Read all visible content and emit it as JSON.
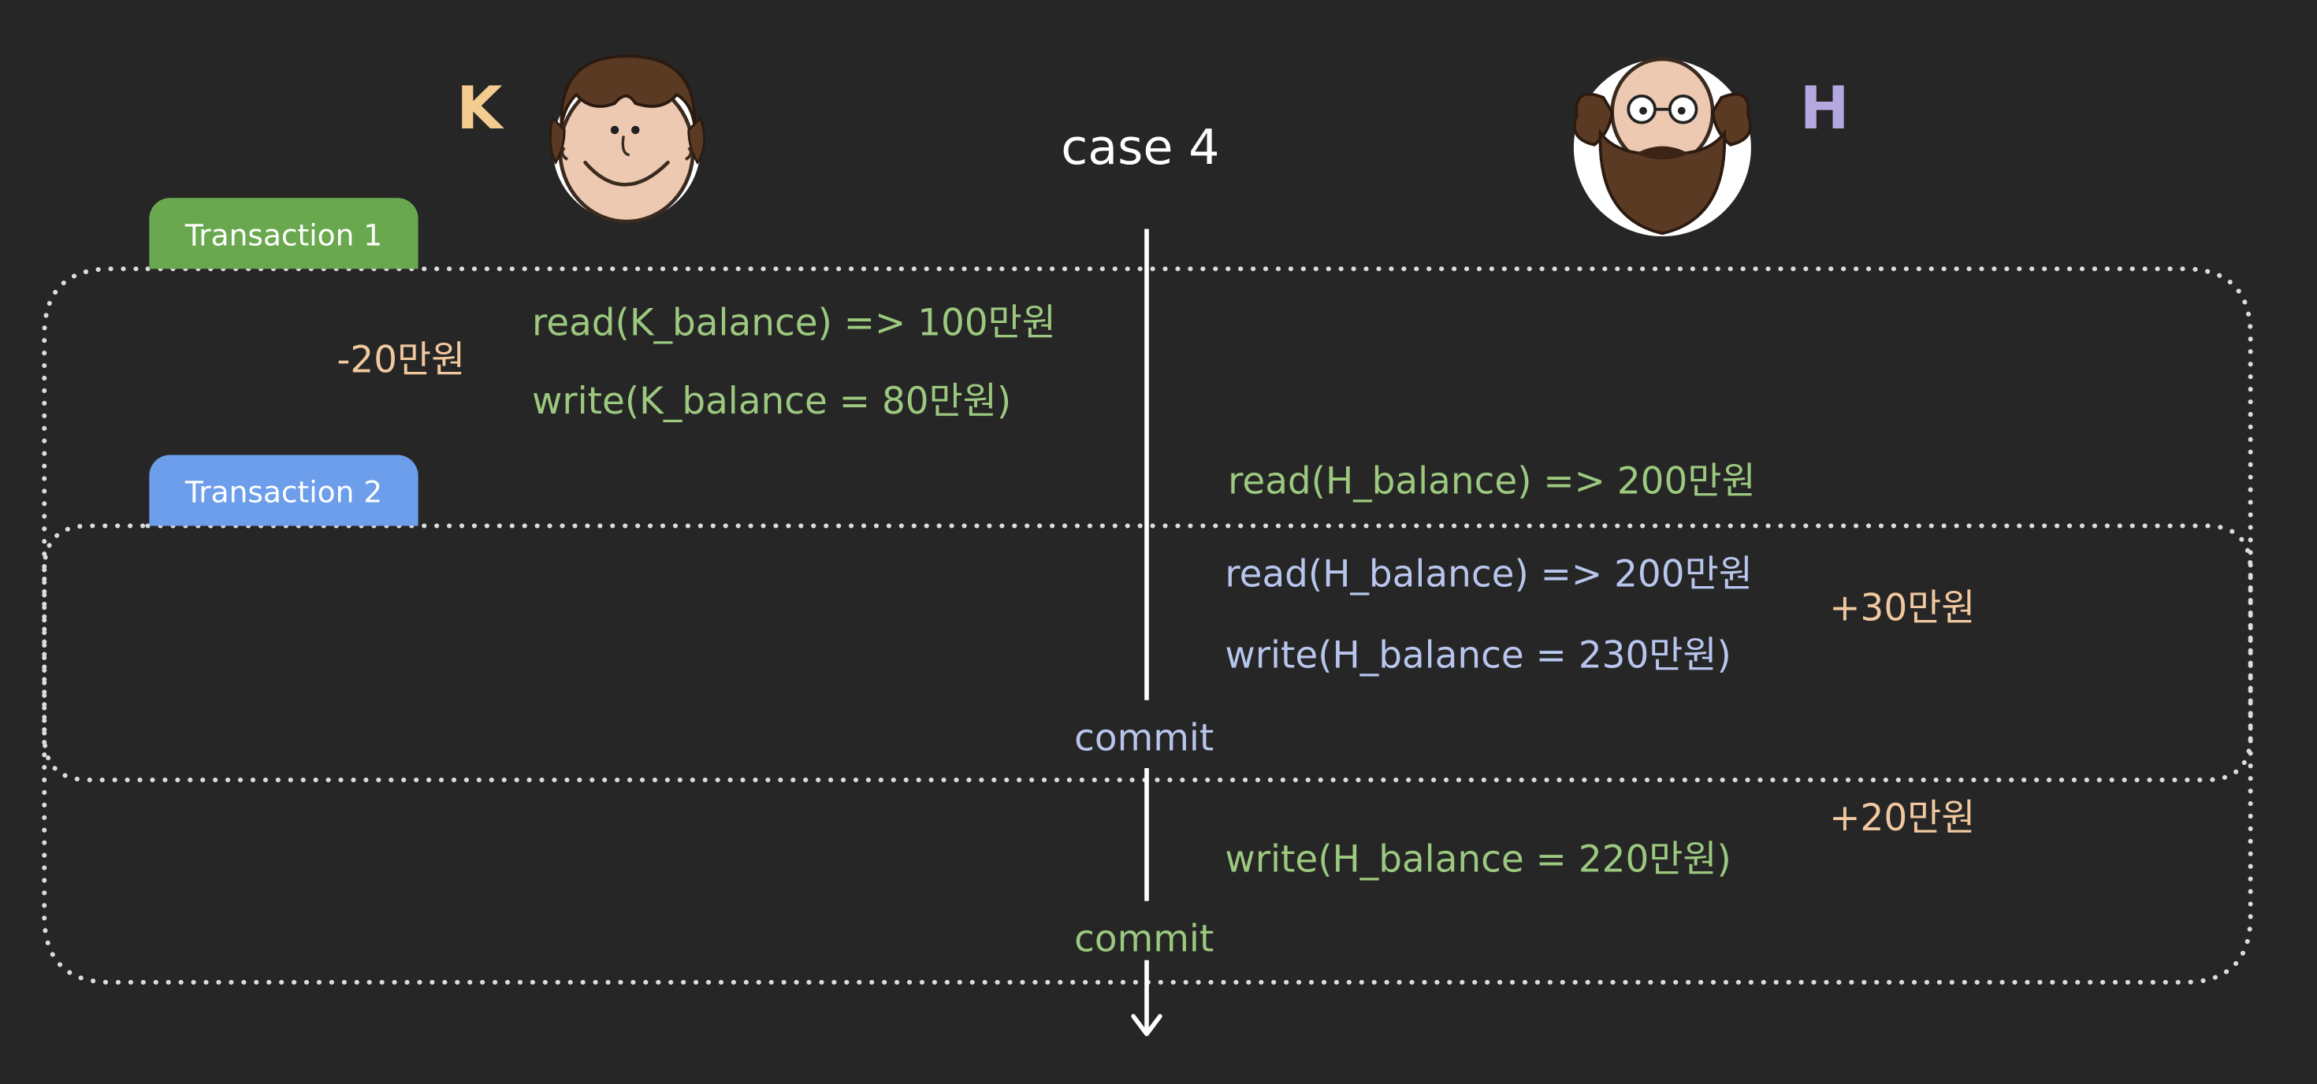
{
  "title": "case 4",
  "users": {
    "k": {
      "letter": "K",
      "color": "#f4cc8f"
    },
    "h": {
      "letter": "H",
      "color": "#b4a8de"
    }
  },
  "transactions": {
    "t1": {
      "label": "Transaction 1",
      "color": "#6aa84f"
    },
    "t2": {
      "label": "Transaction 2",
      "color": "#6d9eeb"
    }
  },
  "ops": {
    "read_k": "read(K_balance) => 100만원",
    "write_k": "write(K_balance = 80만원)",
    "read_h_t1": "read(H_balance) => 200만원",
    "read_h_t2": "read(H_balance) => 200만원",
    "write_h_t2": "write(H_balance = 230만원)",
    "commit_t2": "commit",
    "write_h_t1": "write(H_balance = 220만원)",
    "commit_t1": "commit"
  },
  "amounts": {
    "minus20": "-20만원",
    "plus30": "+30만원",
    "plus20": "+20만원"
  },
  "icons": [
    "face-k-icon",
    "face-h-icon",
    "down-arrow-icon"
  ]
}
